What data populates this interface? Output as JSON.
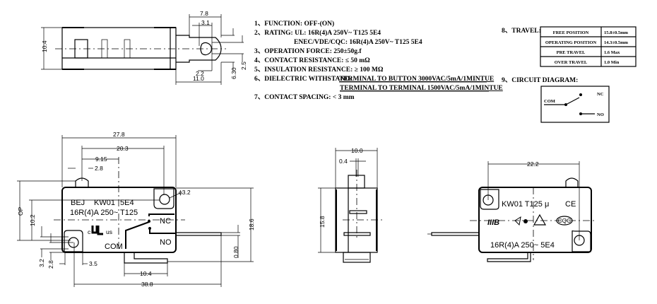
{
  "specs": {
    "function": "1、FUNCTION:   OFF-(ON)",
    "rating_ul": "2、RATING:   UL:  16R(4)A 250V~ T125    5E4",
    "rating_enec": "ENEC/VDE/CQC:  16R(4)A 250V~ T125    5E4",
    "operation_force": "3、OPERATION FORCE: 250±50g.f",
    "contact_resistance": "4、CONTACT RESISTANCE: ≤ 50 mΩ",
    "insulation_resistance": "5、INSULATION RESISTANCE: ≥ 100 MΩ",
    "dielectric_label": "6、DIELECTRIC WITHSTAND:",
    "dielectric_1": "TERMINAL TO BUTTON 3000VAC/5mA/1MINTUE",
    "dielectric_2": "TERMINAL TO TERMINAL 1500VAC/5mA/1MINTUE",
    "contact_spacing": "7、CONTACT SPACING: < 3 mm"
  },
  "travel": {
    "title": "8、TRAVEL:",
    "rows": [
      {
        "label": "FREE POSITION",
        "value": "15.8±0.5mm"
      },
      {
        "label": "OPERATING POSITION",
        "value": "14.3±0.5mm"
      },
      {
        "label": "PRE TRAVEL",
        "value": "1.6 Max"
      },
      {
        "label": "OVER TRAVEL",
        "value": "1.0 Min"
      }
    ]
  },
  "circuit": {
    "title": "9、CIRCUIT DIAGRAM:",
    "com": "COM",
    "nc": "NC",
    "no": "NO"
  },
  "top_view": {
    "dims": {
      "height": "10.4",
      "d78": "7.8",
      "d31": "3.1",
      "d22": "2.2",
      "d110": "11.0",
      "d630": "6.30",
      "d25": "2.5"
    }
  },
  "side_view": {
    "markings": {
      "brand": "BEJ",
      "model": "KW01",
      "life": "5E4",
      "rating": "16R(4)A  250~  T125",
      "nc": "NC",
      "no": "NO",
      "com": "COM",
      "ul_c": "c",
      "ul_us": "us"
    },
    "dims": {
      "d278": "27.8",
      "d203": "20.3",
      "d915": "9.15",
      "d28": "2.8",
      "op": "OP",
      "d102": "10.2",
      "d186": "18.6",
      "d080": "0.80",
      "hole": "ϕ3.2",
      "d32": "3.2",
      "d28b": "2.8",
      "d35": "3.5",
      "d104": "10.4",
      "d388": "38.8"
    }
  },
  "front_view": {
    "dims": {
      "d100": "10.0",
      "d04": "0.4",
      "d158": "15.8"
    }
  },
  "back_view": {
    "markings": {
      "line1": "KW01 T125 μ",
      "ce": "CE",
      "rating": "16R(4)A  250~  5E4",
      "cqc": "CQC"
    },
    "dims": {
      "d222": "22.2"
    }
  }
}
